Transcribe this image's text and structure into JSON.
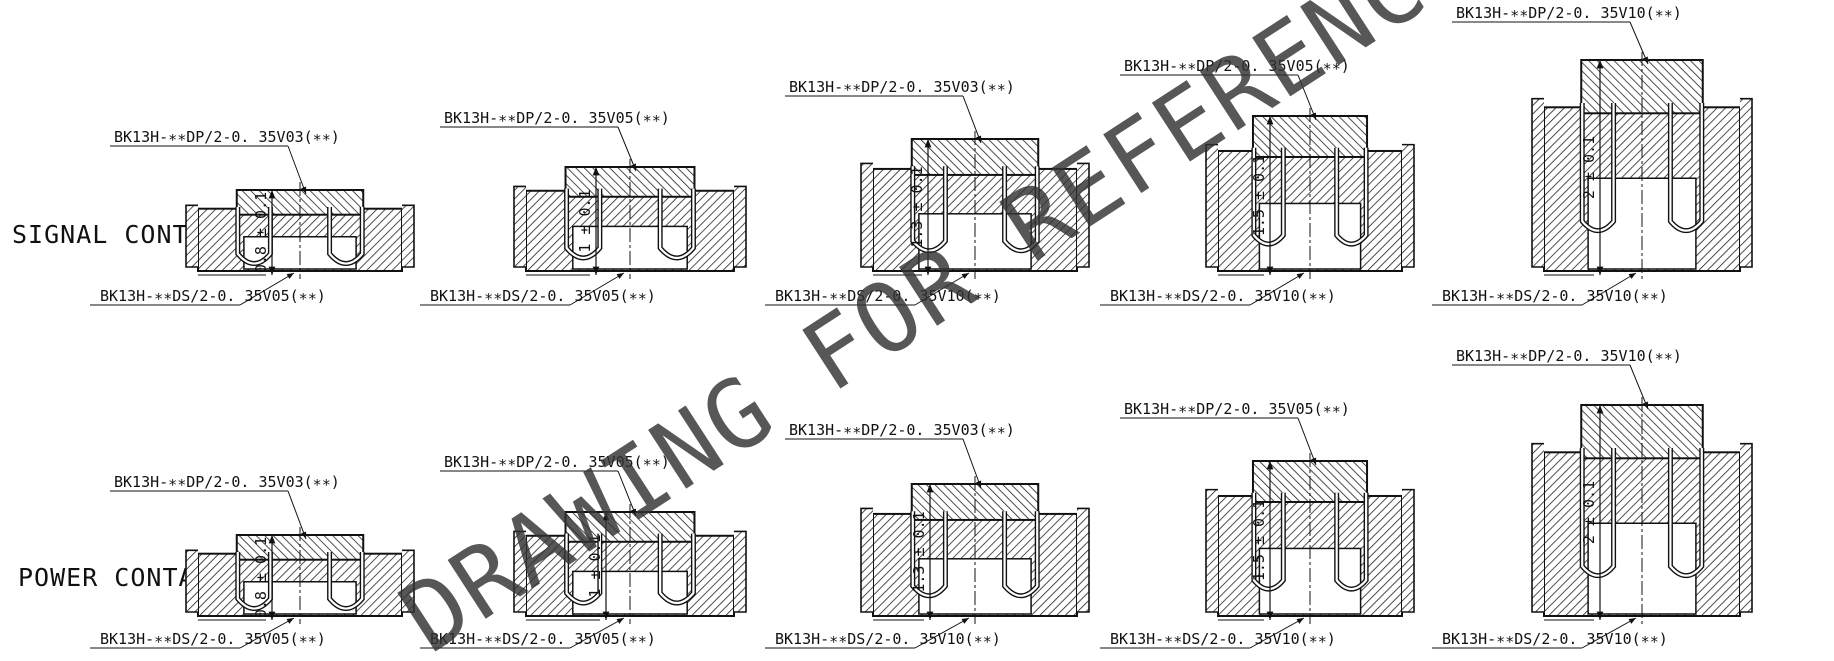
{
  "rows": [
    {
      "title": "SIGNAL CONTACT",
      "units": [
        {
          "top_label": "BK13H-∗∗DP/2-0. 35V03(∗∗)",
          "bottom_label": "BK13H-∗∗DS/2-0. 35V05(∗∗)",
          "dimension": "0.8 ± 0.1"
        },
        {
          "top_label": "BK13H-∗∗DP/2-0. 35V05(∗∗)",
          "bottom_label": "BK13H-∗∗DS/2-0. 35V05(∗∗)",
          "dimension": "1 ± 0.1"
        },
        {
          "top_label": "BK13H-∗∗DP/2-0. 35V03(∗∗)",
          "bottom_label": "BK13H-∗∗DS/2-0. 35V10(∗∗)",
          "dimension": "1.3 ± 0.1"
        },
        {
          "top_label": "BK13H-∗∗DP/2-0. 35V05(∗∗)",
          "bottom_label": "BK13H-∗∗DS/2-0. 35V10(∗∗)",
          "dimension": "1.5 ± 0.1"
        },
        {
          "top_label": "BK13H-∗∗DP/2-0. 35V10(∗∗)",
          "bottom_label": "BK13H-∗∗DS/2-0. 35V10(∗∗)",
          "dimension": "2 ± 0.1"
        }
      ]
    },
    {
      "title": "POWER CONTACT",
      "units": [
        {
          "top_label": "BK13H-∗∗DP/2-0. 35V03(∗∗)",
          "bottom_label": "BK13H-∗∗DS/2-0. 35V05(∗∗)",
          "dimension": "0.8 ± 0.1"
        },
        {
          "top_label": "BK13H-∗∗DP/2-0. 35V05(∗∗)",
          "bottom_label": "BK13H-∗∗DS/2-0. 35V05(∗∗)",
          "dimension": "1 ± 0.1"
        },
        {
          "top_label": "BK13H-∗∗DP/2-0. 35V03(∗∗)",
          "bottom_label": "BK13H-∗∗DS/2-0. 35V10(∗∗)",
          "dimension": "1.3 ± 0.1"
        },
        {
          "top_label": "BK13H-∗∗DP/2-0. 35V05(∗∗)",
          "bottom_label": "BK13H-∗∗DS/2-0. 35V10(∗∗)",
          "dimension": "1.5 ± 0.1"
        },
        {
          "top_label": "BK13H-∗∗DP/2-0. 35V10(∗∗)",
          "bottom_label": "BK13H-∗∗DS/2-0. 35V10(∗∗)",
          "dimension": "2 ± 0.1"
        }
      ]
    }
  ],
  "watermark": "DRAWING FOR REFERENCE"
}
